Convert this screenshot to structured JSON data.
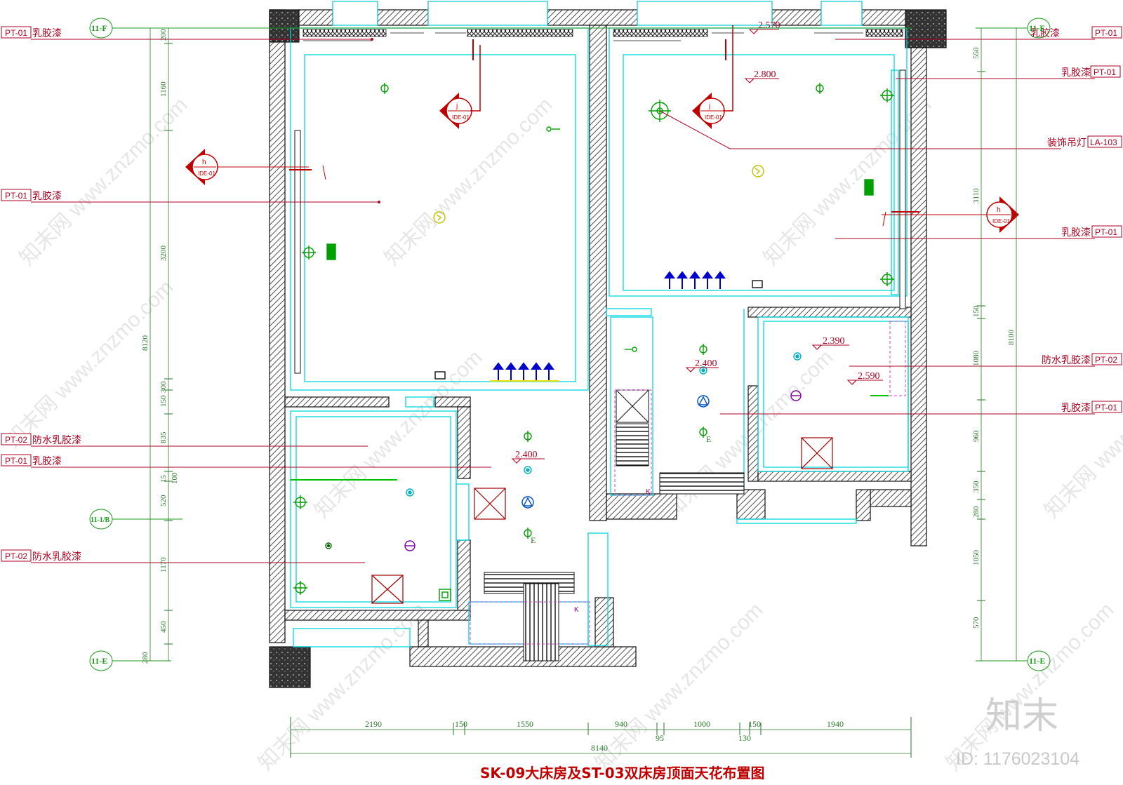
{
  "title": "SK-09大床房及ST-03双床房顶面天花布置图",
  "material_callouts": {
    "left": [
      {
        "code": "PT-01",
        "text": "乳胶漆"
      },
      {
        "code": "PT-01",
        "text": "乳胶漆"
      },
      {
        "code": "PT-02",
        "text": "防水乳胶漆"
      },
      {
        "code": "PT-01",
        "text": "乳胶漆"
      },
      {
        "code": "PT-02",
        "text": "防水乳胶漆"
      }
    ],
    "right": [
      {
        "code": "PT-01",
        "text": "乳胶漆"
      },
      {
        "code": "PT-01",
        "text": "乳胶漆"
      },
      {
        "code": "LA-103",
        "text": "装饰吊灯"
      },
      {
        "code": "PT-01",
        "text": "乳胶漆"
      },
      {
        "code": "PT-02",
        "text": "防水乳胶漆"
      },
      {
        "code": "PT-01",
        "text": "乳胶漆"
      }
    ]
  },
  "grid_axes": [
    "11-F",
    "11-1/B",
    "11-E",
    "11-F",
    "11-E"
  ],
  "elevations": [
    "2.570",
    "2.800",
    "2.390",
    "2.400",
    "2.590",
    "2.400"
  ],
  "section_markers": [
    {
      "letter": "j",
      "ref": "IDE-01"
    },
    {
      "letter": "h",
      "ref": "IDE-01"
    },
    {
      "letter": "j",
      "ref": "IDE-01"
    },
    {
      "letter": "h",
      "ref": "IDE-01"
    }
  ],
  "dimensions": {
    "bottom_segments": [
      "2190",
      "150",
      "1550",
      "940",
      "95",
      "1000",
      "130",
      "150",
      "1940"
    ],
    "bottom_total": "8140",
    "left_segments": [
      "200",
      "1160",
      "3200",
      "150",
      "300",
      "835",
      "15",
      "100",
      "520",
      "1170",
      "450",
      "280"
    ],
    "left_total": "8120",
    "right_segments": [
      "550",
      "3110",
      "150",
      "1080",
      "960",
      "350",
      "280",
      "1050",
      "570"
    ],
    "right_total": "8100"
  },
  "fixture_labels": [
    "E",
    "E",
    "K",
    "K"
  ],
  "brand": {
    "logo": "知末",
    "id": "ID: 1176023104",
    "watermark": "知末网 www.znzmo.com"
  },
  "colors": {
    "wall": "#222222",
    "ceiling_line": "#00d8e0",
    "callout": "#b0001f",
    "dimension": "#2a7a2a",
    "title": "#c00000",
    "fixture": "#00a000",
    "arrow": "#0000cc"
  }
}
